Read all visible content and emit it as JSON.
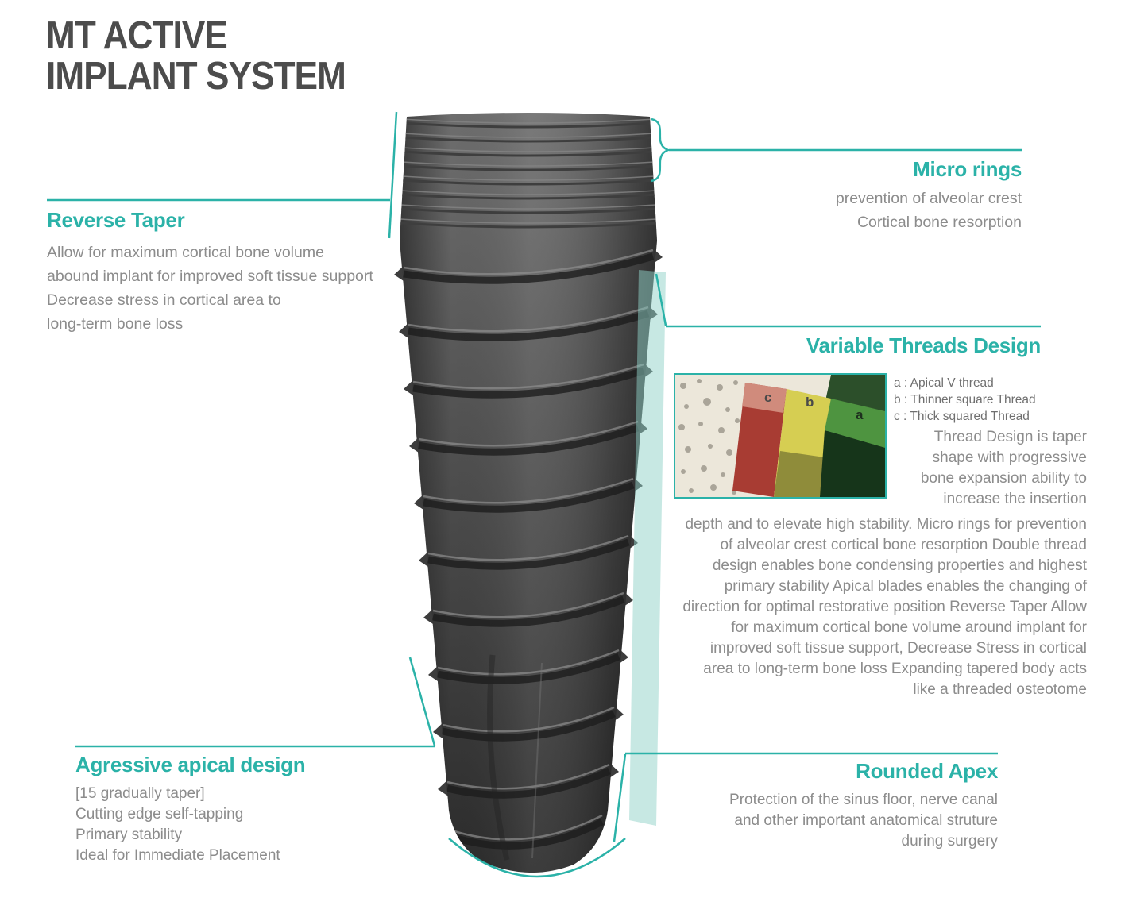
{
  "colors": {
    "accent": "#2bb2a8",
    "title_text": "#4c4c4c",
    "body_text": "#8c8c8c",
    "implant_dark": "#2b2b2b",
    "implant_light": "#6e6e6e",
    "inset_red": "#a83c33",
    "inset_salmon": "#d08b7c",
    "inset_yellow": "#d6ce52",
    "inset_green": "#4e9440",
    "inset_dark_green": "#16351a",
    "highlight_strip": "#8fd1c8"
  },
  "title": {
    "line1": "MT ACTIVE",
    "line2": "IMPLANT SYSTEM"
  },
  "annotations": {
    "reverse_taper": {
      "heading": "Reverse Taper",
      "lines": [
        "Allow for maximum cortical bone volume",
        "abound implant for improved soft tissue support",
        "Decrease stress in cortical area to",
        "long-term bone loss"
      ]
    },
    "micro_rings": {
      "heading": "Micro rings",
      "lines": [
        "prevention of alveolar crest",
        "Cortical bone resorption"
      ]
    },
    "variable_threads": {
      "heading": "Variable Threads Design",
      "legend": [
        "a : Apical V thread",
        "b : Thinner square Thread",
        "c : Thick squared Thread"
      ],
      "inset_labels": {
        "a": "a",
        "b": "b",
        "c": "c"
      },
      "paragraph_top_lines": [
        "Thread Design is taper",
        "shape with progressive",
        "bone expansion ability to",
        "increase the insertion"
      ],
      "paragraph_rest": "depth and to elevate high stability. Micro rings for prevention of alveolar crest cortical bone resorption Double thread design enables bone condensing properties and highest primary stability Apical blades enables the changing of direction for optimal restorative position Reverse Taper Allow for maximum cortical bone volume around implant for improved soft tissue support, Decrease Stress in cortical area to long-term bone loss Expanding tapered body acts like a threaded osteotome"
    },
    "apical_design": {
      "heading": "Agressive apical design",
      "lines": [
        "[15 gradually taper]",
        "Cutting edge self-tapping",
        "Primary stability",
        "Ideal for Immediate Placement"
      ]
    },
    "rounded_apex": {
      "heading": "Rounded Apex",
      "lines": [
        "Protection of the sinus floor, nerve canal",
        "and other important anatomical struture",
        "during surgery"
      ]
    }
  }
}
